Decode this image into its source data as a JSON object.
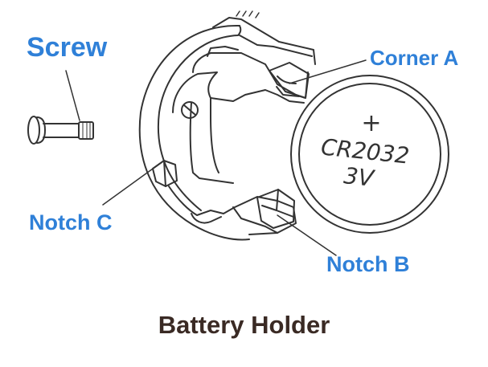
{
  "labels": {
    "screw": "Screw",
    "corner_a": "Corner A",
    "notch_c": "Notch C",
    "notch_b": "Notch B"
  },
  "caption": "Battery Holder",
  "battery": {
    "polarity": "+",
    "model": "CR2032",
    "voltage": "3V"
  },
  "colors": {
    "label_blue": "#2f80d8",
    "caption_brown": "#3a2a24",
    "line": "#333333"
  }
}
